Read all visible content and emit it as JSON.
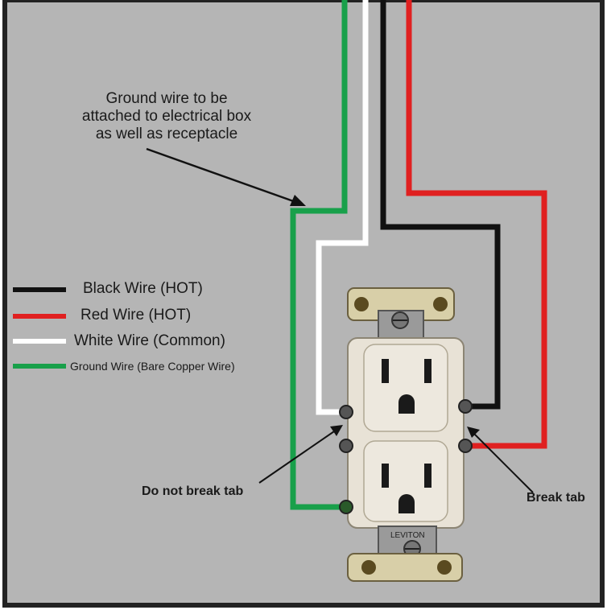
{
  "callout": {
    "ground_note_line1": "Ground wire to be",
    "ground_note_line2": "attached to electrical box",
    "ground_note_line3": "as well as receptacle"
  },
  "legend": [
    {
      "label": "Black Wire (HOT)",
      "color": "#111111"
    },
    {
      "label": "Red Wire (HOT)",
      "color": "#e02020"
    },
    {
      "label": "White Wire (Common)",
      "color": "#ffffff"
    },
    {
      "label": "Ground Wire (Bare Copper Wire)",
      "color": "#18a04a"
    }
  ],
  "annotations": {
    "left_tab": "Do not break tab",
    "right_tab": "Break tab"
  },
  "brand": "LEVITON",
  "colors": {
    "background": "#b5b5b5",
    "frame": "#222222",
    "receptacle": "#e8e2d6"
  }
}
